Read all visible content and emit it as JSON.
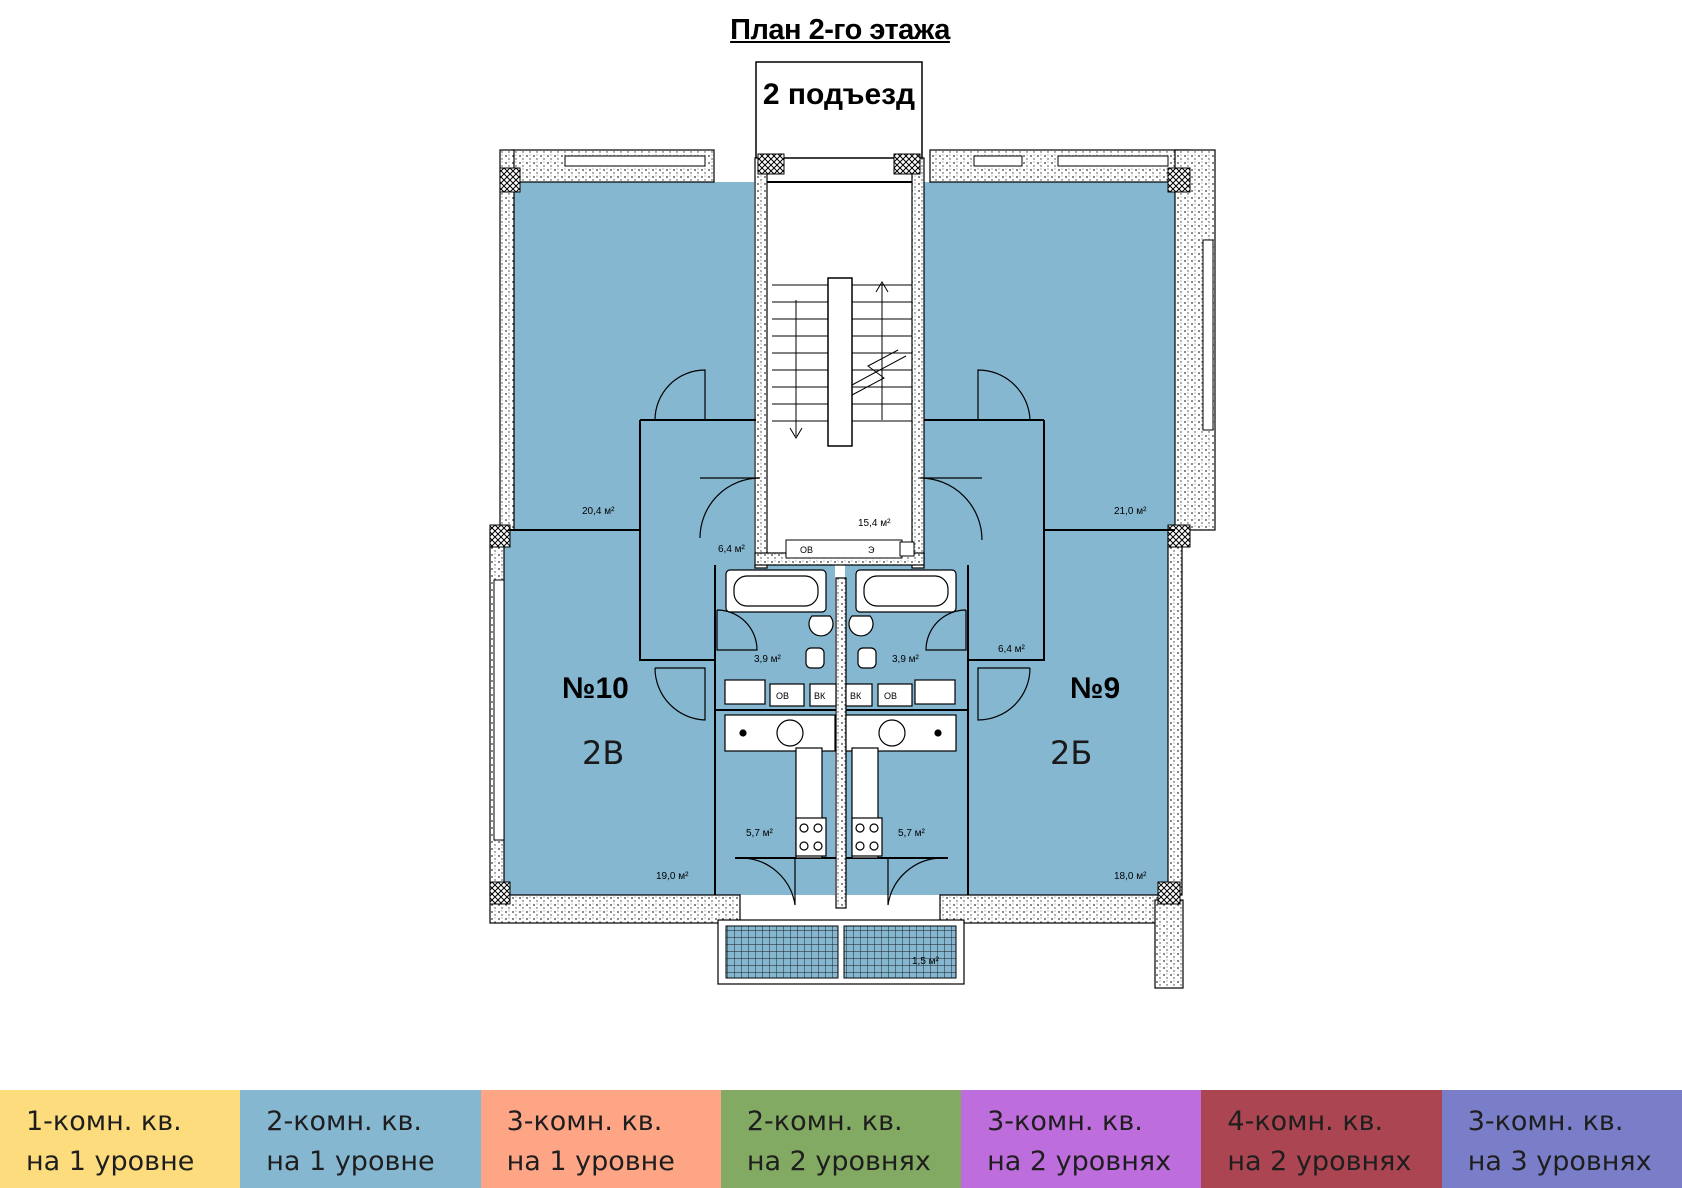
{
  "title": "План 2-го этажа",
  "entrance": "2 подъезд",
  "apartments": [
    {
      "number": "№10",
      "type": "2В"
    },
    {
      "number": "№9",
      "type": "2Б"
    }
  ],
  "areas": {
    "living_top_left": "20,4 м²",
    "living_top_right": "21,0 м²",
    "stair_hall": "15,4 м²",
    "hall_left": "6,4 м²",
    "hall_right": "6,4 м²",
    "bath_left": "3,9 м²",
    "bath_right": "3,9 м²",
    "kitchen_left": "5,7 м²",
    "kitchen_right": "5,7 м²",
    "living_bottom_left": "19,0 м²",
    "living_bottom_right": "18,0 м²",
    "balcony": "1,5 м²"
  },
  "shaft_labels": {
    "ov": "ОВ",
    "vk": "ВК",
    "e": "Э"
  },
  "legend": [
    {
      "line1": "1-комн. кв.",
      "line2": "на 1 уровне",
      "color": "#fddc7e"
    },
    {
      "line1": "2-комн. кв.",
      "line2": "на 1 уровне",
      "color": "#85b7d1"
    },
    {
      "line1": "3-комн. кв.",
      "line2": "на 1 уровне",
      "color": "#fea586"
    },
    {
      "line1": "2-комн. кв.",
      "line2": "на 2 уровнях",
      "color": "#83aa62"
    },
    {
      "line1": "3-комн. кв.",
      "line2": "на 2 уровнях",
      "color": "#be6ddd"
    },
    {
      "line1": "4-комн. кв.",
      "line2": "на 2 уровнях",
      "color": "#ac4552"
    },
    {
      "line1": "3-комн. кв.",
      "line2": "на 3 уровнях",
      "color": "#7a7ec8"
    }
  ],
  "colors": {
    "apartment_fill": "#85b7d1",
    "wall": "#000000",
    "background": "#ffffff"
  }
}
